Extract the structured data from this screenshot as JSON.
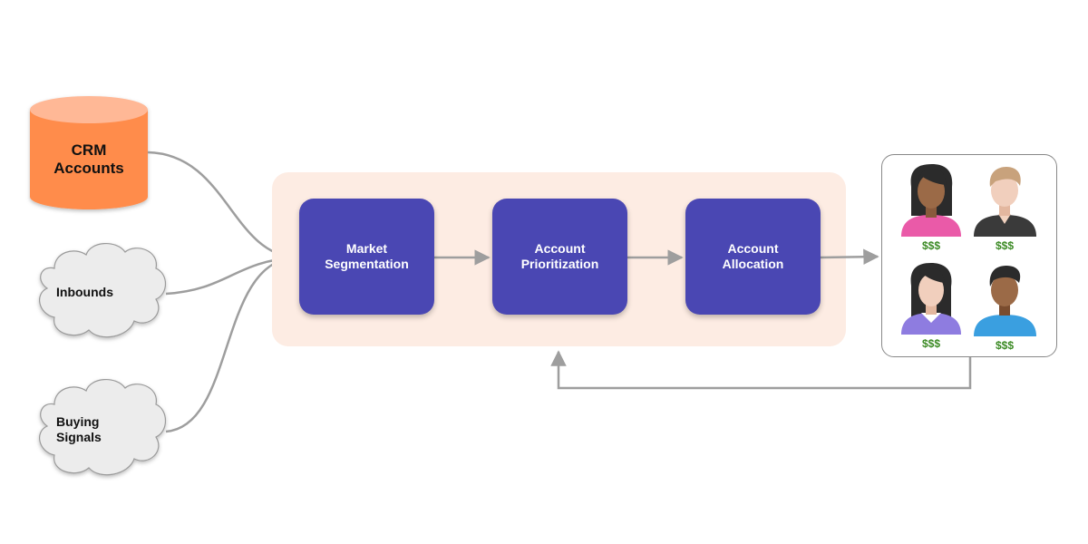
{
  "sources": {
    "crm": {
      "line1": "CRM",
      "line2": "Accounts"
    },
    "inbounds": {
      "label": "Inbounds"
    },
    "buying_signals": {
      "line1": "Buying",
      "line2": "Signals"
    }
  },
  "pipeline": {
    "steps": [
      {
        "line1": "Market",
        "line2": "Segmentation"
      },
      {
        "line1": "Account",
        "line2": "Prioritization"
      },
      {
        "line1": "Account",
        "line2": "Allocation"
      }
    ]
  },
  "sellers": [
    {
      "value": "$$$"
    },
    {
      "value": "$$$"
    },
    {
      "value": "$$$"
    },
    {
      "value": "$$$"
    }
  ],
  "colors": {
    "step_fill": "#4a47b3",
    "pipeline_bg": "#fdece3",
    "crm_fill": "#ff8c4b",
    "cloud_fill": "#ececec",
    "connector": "#9e9e9e",
    "money": "#3b8a24"
  }
}
